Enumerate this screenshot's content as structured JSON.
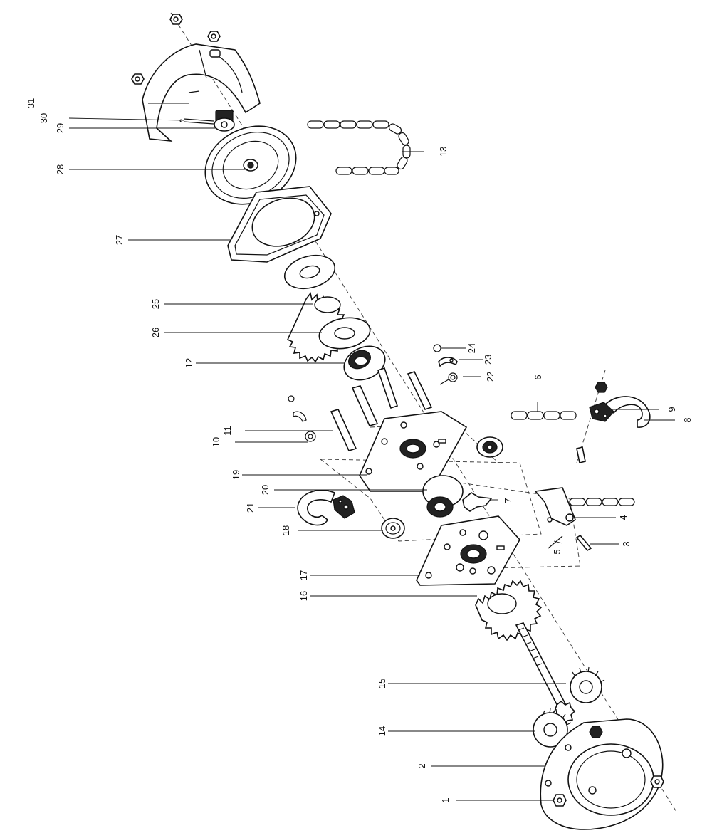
{
  "callouts": [
    {
      "id": "p1",
      "text": "1"
    },
    {
      "id": "p2",
      "text": "2"
    },
    {
      "id": "p3",
      "text": "3"
    },
    {
      "id": "p4",
      "text": "4"
    },
    {
      "id": "p5",
      "text": "5"
    },
    {
      "id": "p6",
      "text": "6"
    },
    {
      "id": "p7",
      "text": "7"
    },
    {
      "id": "p8",
      "text": "8"
    },
    {
      "id": "p9",
      "text": "9"
    },
    {
      "id": "p10",
      "text": "10"
    },
    {
      "id": "p11",
      "text": "11"
    },
    {
      "id": "p12",
      "text": "12"
    },
    {
      "id": "p13",
      "text": "13"
    },
    {
      "id": "p14",
      "text": "14"
    },
    {
      "id": "p15",
      "text": "15"
    },
    {
      "id": "p16",
      "text": "16"
    },
    {
      "id": "p17",
      "text": "17"
    },
    {
      "id": "p18",
      "text": "18"
    },
    {
      "id": "p19",
      "text": "19"
    },
    {
      "id": "p20",
      "text": "20"
    },
    {
      "id": "p21",
      "text": "21"
    },
    {
      "id": "p22",
      "text": "22"
    },
    {
      "id": "p23",
      "text": "23"
    },
    {
      "id": "p24",
      "text": "24"
    },
    {
      "id": "p25",
      "text": "25"
    },
    {
      "id": "p26",
      "text": "26"
    },
    {
      "id": "p27",
      "text": "27"
    },
    {
      "id": "p28",
      "text": "28"
    },
    {
      "id": "p29",
      "text": "29"
    },
    {
      "id": "p30",
      "text": "30"
    },
    {
      "id": "p31",
      "text": "31"
    }
  ]
}
